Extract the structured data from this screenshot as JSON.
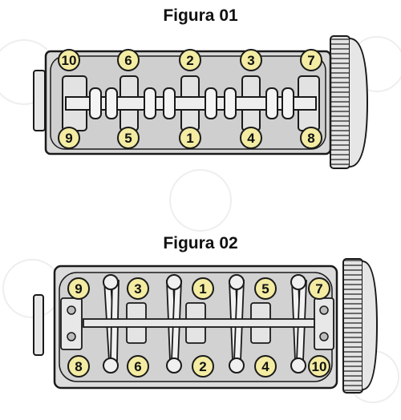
{
  "figure1": {
    "title": "Figura 01",
    "top_row": [
      "10",
      "6",
      "2",
      "3",
      "7"
    ],
    "bottom_row": [
      "9",
      "5",
      "1",
      "4",
      "8"
    ]
  },
  "figure2": {
    "title": "Figura 02",
    "top_row": [
      "9",
      "3",
      "1",
      "5",
      "7"
    ],
    "bottom_row": [
      "8",
      "6",
      "2",
      "4",
      "10"
    ]
  },
  "colors": {
    "badge_fill": "#f3eca2",
    "outline": "#1a1a1a",
    "head_fill": "#d8d8d8",
    "inner_fill": "#c9c9c9"
  }
}
